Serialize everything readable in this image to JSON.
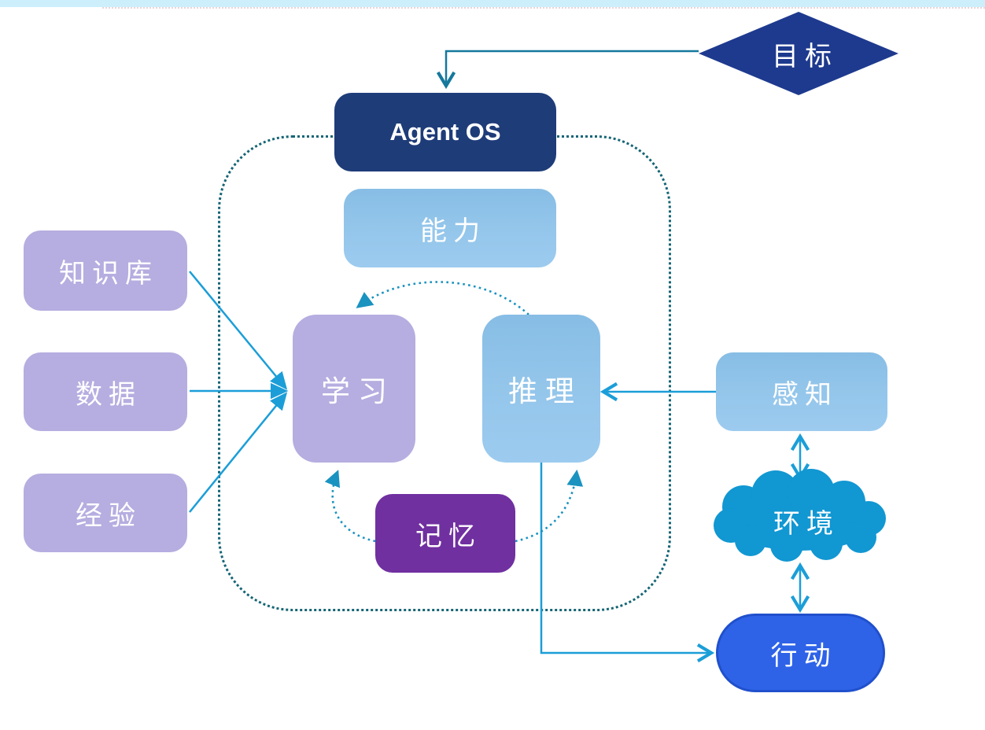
{
  "banner": {
    "color": "#cdeefb"
  },
  "colors": {
    "goal_fill": "#1e3a8e",
    "agent_os_fill": "#1e3c78",
    "light_blue_top": "#87bde5",
    "light_blue_bottom": "#9ccbef",
    "light_purple": "#b6ade0",
    "memory_purple": "#7030a0",
    "cloud_blue": "#1197d2",
    "action_blue": "#2e63e8",
    "action_border": "#2050cc",
    "connector_blue": "#1b9ed8",
    "connector_teal": "#15789d",
    "arc_teal": "#1a93c0",
    "boundary_teal": "#156575"
  },
  "nodes": {
    "goal": {
      "label": "目标",
      "shape": "diamond"
    },
    "agent_os": {
      "label": "Agent OS",
      "shape": "rounded-rect"
    },
    "ability": {
      "label": "能力",
      "shape": "rounded-rect"
    },
    "knowledge_base": {
      "label": "知识库",
      "shape": "rounded-rect"
    },
    "data": {
      "label": "数据",
      "shape": "rounded-rect"
    },
    "experience": {
      "label": "经验",
      "shape": "rounded-rect"
    },
    "learning": {
      "label": "学习",
      "shape": "rounded-rect"
    },
    "reasoning": {
      "label": "推理",
      "shape": "rounded-rect"
    },
    "memory": {
      "label": "记忆",
      "shape": "rounded-rect"
    },
    "perception": {
      "label": "感知",
      "shape": "rounded-rect"
    },
    "environment": {
      "label": "环境",
      "shape": "cloud"
    },
    "action": {
      "label": "行动",
      "shape": "pill"
    }
  },
  "connections": [
    {
      "from": "goal",
      "to": "agent_os",
      "style": "solid",
      "arrow": "end"
    },
    {
      "from": "knowledge_base",
      "to": "learning",
      "style": "solid",
      "arrow": "end"
    },
    {
      "from": "data",
      "to": "learning",
      "style": "solid",
      "arrow": "end"
    },
    {
      "from": "experience",
      "to": "learning",
      "style": "solid",
      "arrow": "end"
    },
    {
      "from": "perception",
      "to": "reasoning",
      "style": "solid",
      "arrow": "end"
    },
    {
      "from": "reasoning",
      "to": "action",
      "style": "solid",
      "arrow": "end"
    },
    {
      "from": "perception",
      "to": "environment",
      "style": "solid",
      "arrow": "both"
    },
    {
      "from": "environment",
      "to": "action",
      "style": "solid",
      "arrow": "both"
    },
    {
      "from": "reasoning",
      "to": "learning",
      "style": "dotted-arc",
      "arrow": "end"
    },
    {
      "from": "memory",
      "to": "learning",
      "style": "dotted-arc",
      "arrow": "end"
    },
    {
      "from": "memory",
      "to": "reasoning",
      "style": "dotted-arc",
      "arrow": "end"
    }
  ]
}
